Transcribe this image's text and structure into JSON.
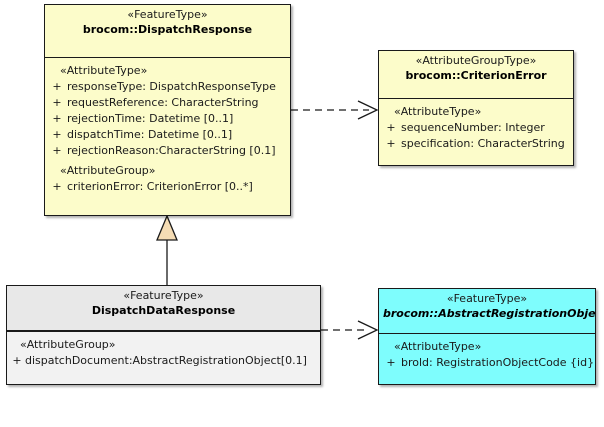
{
  "diagram": {
    "type": "uml-class-diagram",
    "background": "#ffffff",
    "colors": {
      "feature_type_fill": "#fcfcca",
      "attribute_group_type_fill": "#fcfcca",
      "abstract_fill": "#7efdfd",
      "local_class_header_fill": "#e8e8e8",
      "local_class_body_fill": "#f2f2f2",
      "border": "#1a1a1a",
      "generalization_arrow_fill": "#f5dcb4"
    }
  },
  "classes": {
    "dispatch_response": {
      "stereotype": "«FeatureType»",
      "name": "brocom::DispatchResponse",
      "abstract": false,
      "sections": [
        {
          "group_label": "«AttributeType»",
          "attributes": [
            {
              "visibility": "+",
              "text": "responseType: DispatchResponseType"
            },
            {
              "visibility": "+",
              "text": "requestReference: CharacterString"
            },
            {
              "visibility": "+",
              "text": "rejectionTime: Datetime [0..1]"
            },
            {
              "visibility": "+",
              "text": "dispatchTime: Datetime [0..1]"
            },
            {
              "visibility": "+",
              "text": "rejectionReason:CharacterString [0.1]"
            }
          ]
        },
        {
          "group_label": "«AttributeGroup»",
          "attributes": [
            {
              "visibility": "+",
              "text": "criterionError: CriterionError [0..*]"
            }
          ]
        }
      ]
    },
    "criterion_error": {
      "stereotype": "«AttributeGroupType»",
      "name": "brocom::CriterionError",
      "abstract": false,
      "sections": [
        {
          "group_label": "«AttributeType»",
          "attributes": [
            {
              "visibility": "+",
              "text": "sequenceNumber: Integer"
            },
            {
              "visibility": "+",
              "text": "specification: CharacterString"
            }
          ]
        }
      ]
    },
    "dispatch_data_response": {
      "stereotype": "«FeatureType»",
      "name": "DispatchDataResponse",
      "abstract": false,
      "sections": [
        {
          "group_label": "«AttributeGroup»",
          "attributes": [
            {
              "visibility": "+",
              "text": "dispatchDocument:AbstractRegistrationObject[0.1]"
            }
          ]
        }
      ]
    },
    "abstract_registration_object": {
      "stereotype": "«FeatureType»",
      "name": "brocom::AbstractRegistrationObject",
      "abstract": true,
      "sections": [
        {
          "group_label": "«AttributeType»",
          "attributes": [
            {
              "visibility": "+",
              "text": "brold: RegistrationObjectCode {id}"
            }
          ]
        }
      ]
    }
  },
  "relationships": [
    {
      "id": "dep-criterion-error",
      "kind": "dependency",
      "style": "dashed",
      "arrowhead": "open",
      "from": "dispatch_response",
      "to": "criterion_error"
    },
    {
      "id": "gen-dispatch-data-response",
      "kind": "generalization",
      "style": "solid",
      "arrowhead": "hollow-triangle",
      "from": "dispatch_data_response",
      "to": "dispatch_response"
    },
    {
      "id": "dep-abstract-registration-object",
      "kind": "dependency",
      "style": "dashed",
      "arrowhead": "open",
      "from": "dispatch_data_response",
      "to": "abstract_registration_object"
    }
  ]
}
